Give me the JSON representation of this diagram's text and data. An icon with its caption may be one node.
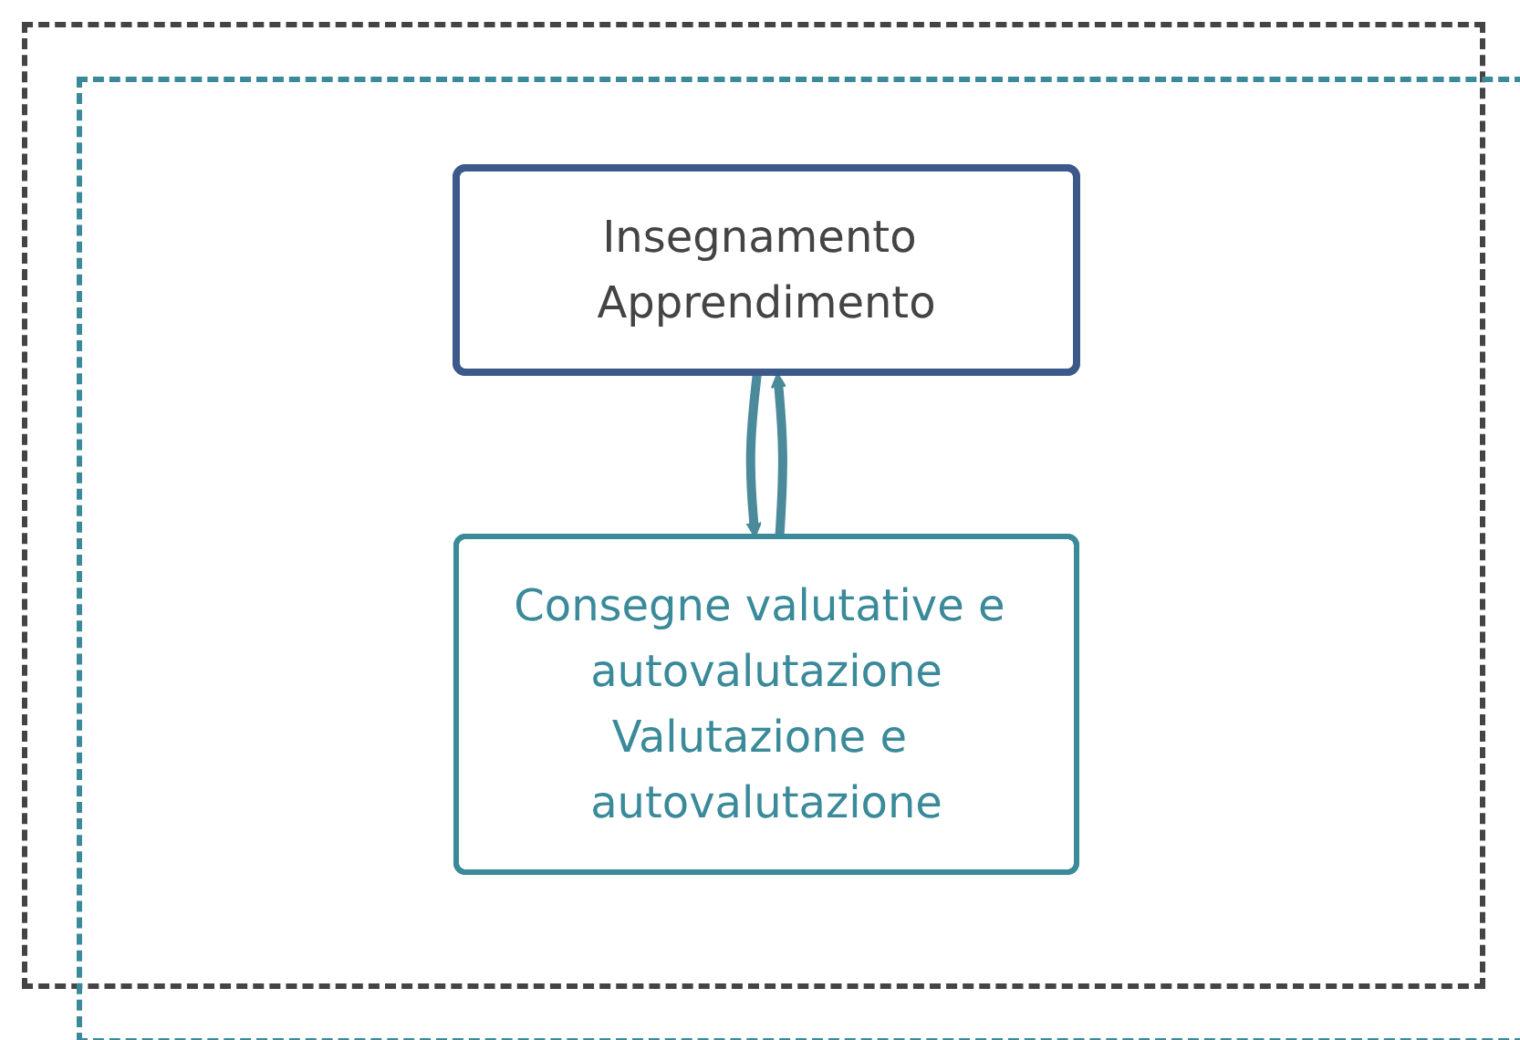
{
  "diagram": {
    "nodes": [
      {
        "text": [
          "Insegnamento Apprendimento"
        ]
      },
      {
        "text": [
          "Consegne valutative e autovalutazione",
          "Valutazione e autovalutazione"
        ]
      }
    ],
    "edges": [
      {
        "from": 0,
        "to": 1,
        "arrow": "to"
      },
      {
        "from": 1,
        "to": 0,
        "arrow": "to"
      }
    ]
  }
}
